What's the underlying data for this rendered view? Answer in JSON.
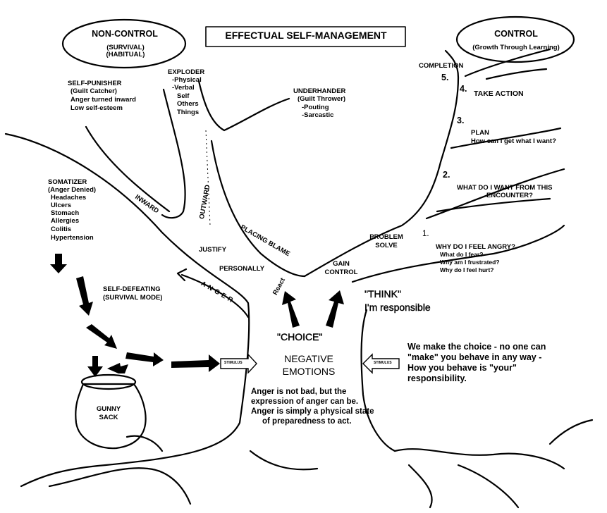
{
  "title": "EFFECTUAL SELF-MANAGEMENT",
  "non_control": {
    "label": "NON-CONTROL",
    "sub": [
      "(SURVIVAL)",
      "(HABITUAL)"
    ]
  },
  "control": {
    "label": "CONTROL",
    "sub": "(Growth Through Learning)"
  },
  "self_punisher": {
    "title": "SELF-PUNISHER",
    "lines": [
      "(Guilt Catcher)",
      "Anger turned inward",
      "Low self-esteem"
    ]
  },
  "exploder": {
    "title": "EXPLODER",
    "lines": [
      "-Physical",
      "-Verbal",
      "Self",
      "Others",
      "Things"
    ]
  },
  "underhander": {
    "title": "UNDERHANDER",
    "lines": [
      "(Guilt Thrower)",
      "-Pouting",
      "-Sarcastic"
    ]
  },
  "somatizer": {
    "title": "SOMATIZER",
    "lines": [
      "(Anger Denied)",
      "Headaches",
      "Ulcers",
      "Stomach",
      "Allergies",
      "Colitis",
      "Hypertension"
    ]
  },
  "branch_labels": {
    "inward": "INWARD",
    "outward": "OUTWARD",
    "placing_blame": "PLACING BLAME",
    "justify": "JUSTIFY",
    "personally": "PERSONALLY",
    "anger": "ANGER",
    "react": "React",
    "gain_control": [
      "GAIN",
      "CONTROL"
    ],
    "problem_solve": [
      "PROBLEM",
      "SOLVE"
    ]
  },
  "self_defeating": [
    "SELF-DEFEATING",
    "(SURVIVAL MODE)"
  ],
  "steps": {
    "completion": "COMPLETION",
    "n5": "5.",
    "n4": "4.",
    "take_action": "TAKE ACTION",
    "n3": "3.",
    "plan": "PLAN",
    "plan_q": "How can I get what I want?",
    "n2": "2.",
    "want": [
      "WHAT DO I WANT FROM THIS",
      "ENCOUNTER?"
    ],
    "n1": "1.",
    "angry": "WHY DO I FEEL ANGRY?",
    "angry_q": [
      "What do I fear?",
      "Why am I frustrated?",
      "Why do I feel hurt?"
    ]
  },
  "think": [
    "\"THINK\"",
    "I'm responsible"
  ],
  "choice": "\"CHOICE\"",
  "negative_emotions": [
    "NEGATIVE",
    "EMOTIONS"
  ],
  "anger_note": [
    "Anger is not bad, but the",
    "expression of anger can be.",
    "Anger is simply a physical state",
    "of preparedness to act."
  ],
  "choice_note": [
    "We make the choice - no one can",
    "\"make\" you behave in any way -",
    "How you behave is \"your\"",
    "responsibility."
  ],
  "stimulus_left": "STIMULUS",
  "stimulus_right": "STIMULUS",
  "gunny_sack": [
    "GUNNY",
    "SACK"
  ]
}
